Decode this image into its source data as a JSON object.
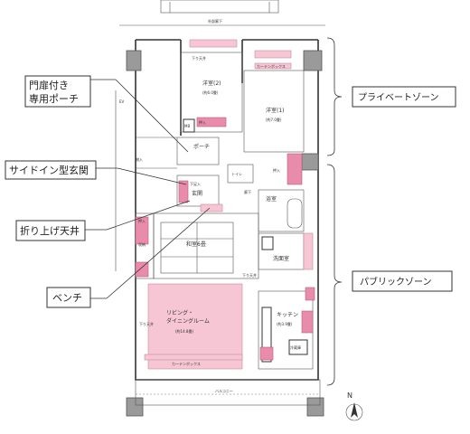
{
  "plan": {
    "outer_corridor": "外部廊下",
    "balcony": "バルコニー",
    "north_mark": "N",
    "ev": "EV",
    "rooms": {
      "bedroom2": "洋室(2)",
      "bedroom2_size": "(約6.0畳)",
      "bedroom1": "洋室(1)",
      "bedroom1_size": "(約7.0畳)",
      "porch": "ポーチ",
      "entrance": "玄関",
      "corridor": "廊下",
      "bath": "浴室",
      "washroom": "洗面室",
      "toilet": "トイレ",
      "japanese": "和室6畳",
      "living": "リビング・",
      "living2": "ダイニングルーム",
      "living_size": "(約14.8畳)",
      "kitchen": "キッチン",
      "kitchen_size": "(約3.9畳)",
      "closet": "押入",
      "mb": "MB",
      "shoe": "下足入",
      "storage": "収納",
      "curtain": "カーテンボックス",
      "ceiling": "下り天井",
      "shelf": "物入",
      "pantry": "冷蔵庫"
    }
  },
  "callouts": {
    "porch_gate": "門扉付き",
    "porch_gate2": "専用ポーチ",
    "side_in": "サイドイン型玄関",
    "folded_ceiling": "折り上げ天井",
    "bench": "ベンチ"
  },
  "zones": {
    "private": "プライベートゾーン",
    "public": "パブリックゾーン"
  }
}
